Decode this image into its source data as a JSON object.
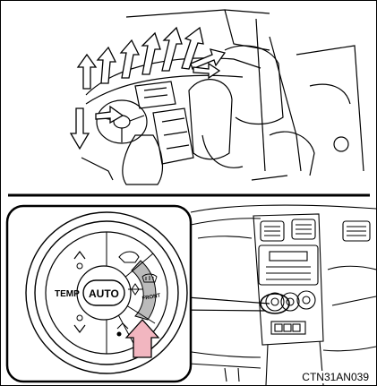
{
  "figure": {
    "code": "CTN31AN039",
    "control_labels": {
      "temp": "TEMP",
      "auto": "AUTO",
      "front": "FRONT"
    }
  },
  "colors": {
    "line": "#000000",
    "pointer_arrow": "#f2b6c0",
    "defrost_segment": "#bbbbbb",
    "background": "#ffffff"
  }
}
